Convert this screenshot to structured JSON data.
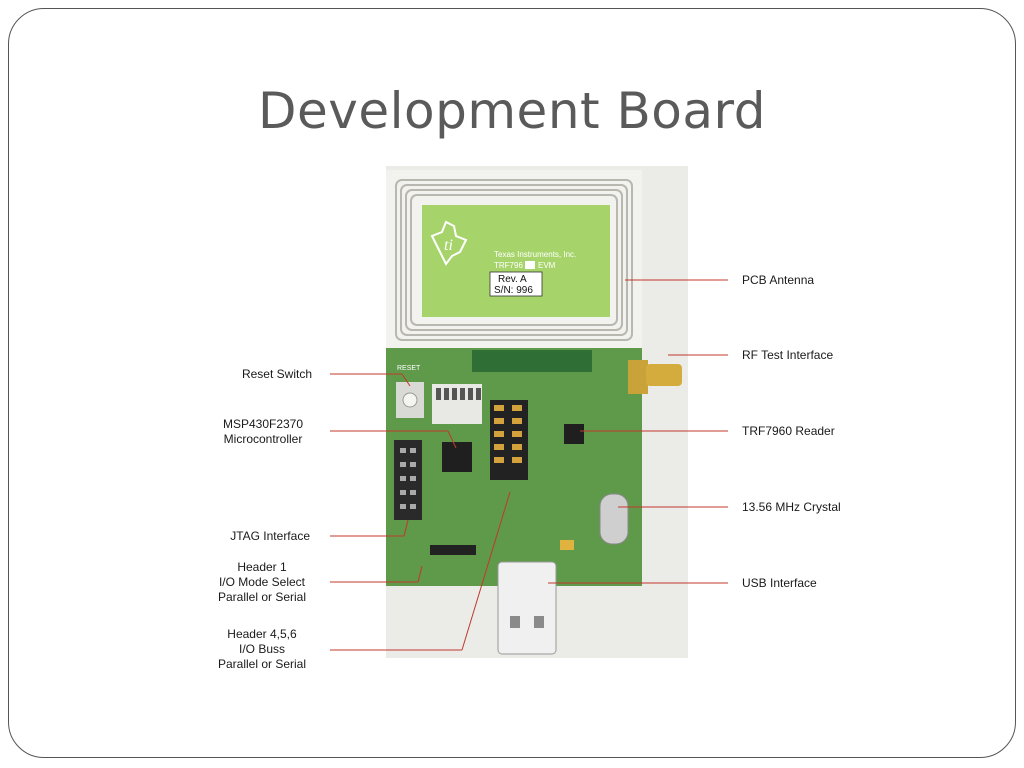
{
  "title": "Development Board",
  "board": {
    "silkscreen": {
      "company": "Texas Instruments, Inc.",
      "model": "TRF796",
      "model_suffix": "EVM",
      "rev": "Rev. A",
      "serial": "S/N: 996",
      "reset": "RESET"
    }
  },
  "callouts": {
    "pcb_antenna": "PCB Antenna",
    "rf_test_interface": "RF Test Interface",
    "trf7960_reader": "TRF7960 Reader",
    "crystal": "13.56 MHz Crystal",
    "usb_interface": "USB Interface",
    "reset_switch": "Reset Switch",
    "mcu_line1": "MSP430F2370",
    "mcu_line2": "Microcontroller",
    "jtag_interface": "JTAG Interface",
    "header1_line1": "Header 1",
    "header1_line2": "I/O Mode Select",
    "header1_line3": "Parallel or Serial",
    "header456_line1": "Header 4,5,6",
    "header456_line2": "I/O Buss",
    "header456_line3": "Parallel or Serial"
  },
  "colors": {
    "board_green": "#5f9a4a",
    "antenna_green": "#a7d46a",
    "leader_red": "#c0392b",
    "title_gray": "#5a5a5a"
  }
}
